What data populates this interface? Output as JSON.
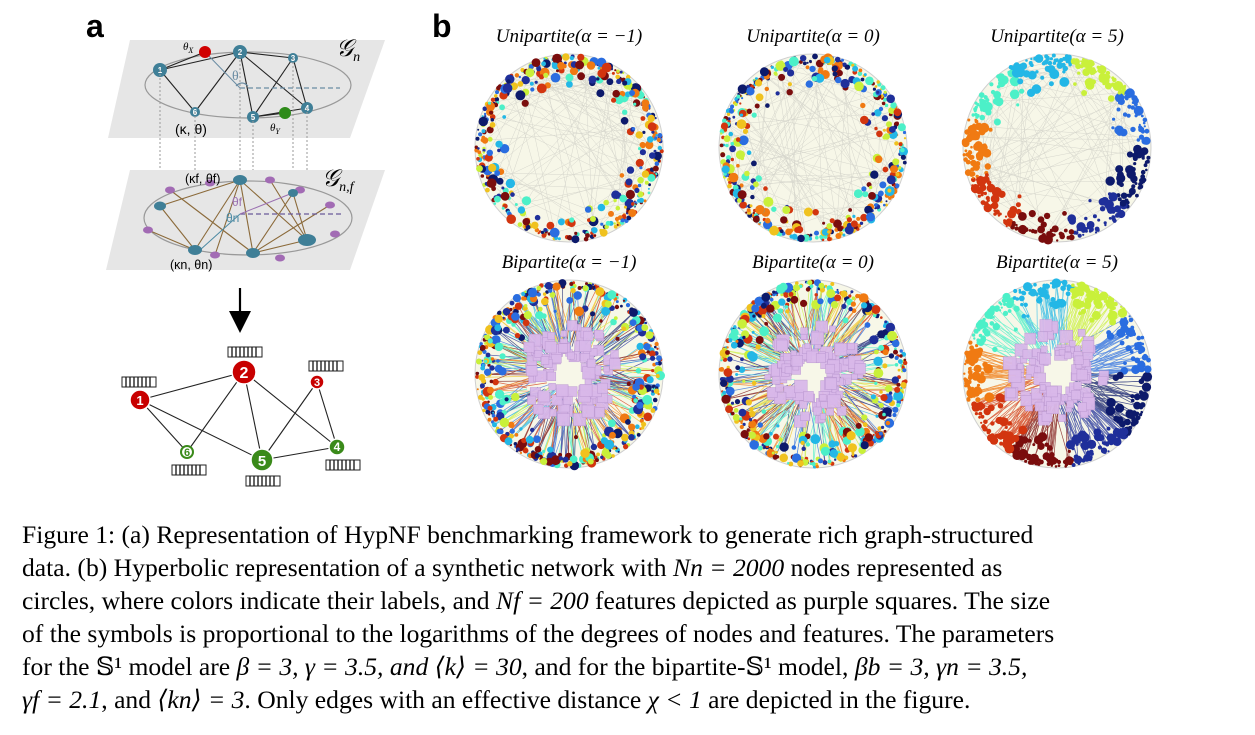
{
  "panel_a": {
    "letter": "a",
    "graph_n_label": "𝒢",
    "graph_n_sub": "n",
    "graph_nf_label": "𝒢",
    "graph_nf_sub": "n,f",
    "top_labels": {
      "theta_x": "θ",
      "theta_x_sub": "X",
      "theta_y": "θ",
      "theta_y_sub": "Y",
      "kappa_theta": "(κ, θ)",
      "theta": "θ"
    },
    "mid_labels": {
      "kf_thetaf": "(κf, θf)",
      "kn_thetan": "(κn, θn)",
      "theta_n": "θn",
      "theta_f": "θf"
    },
    "top_nodes": [
      "1",
      "2",
      "3",
      "4",
      "5",
      "6"
    ],
    "bottom_nodes": [
      {
        "id": "1",
        "color": "#d40000"
      },
      {
        "id": "2",
        "color": "#d40000"
      },
      {
        "id": "3",
        "color": "#d40000"
      },
      {
        "id": "4",
        "color": "#3a8a1a"
      },
      {
        "id": "5",
        "color": "#3a8a1a"
      },
      {
        "id": "6",
        "color": "#3a8a1a"
      }
    ]
  },
  "panel_b": {
    "letter": "b",
    "plots": [
      {
        "title": "Unipartite(α = −1)"
      },
      {
        "title": "Unipartite(α = 0)"
      },
      {
        "title": "Unipartite(α = 5)"
      },
      {
        "title": "Bipartite(α = −1)"
      },
      {
        "title": "Bipartite(α = 0)"
      },
      {
        "title": "Bipartite(α = 5)"
      }
    ]
  },
  "caption": {
    "line1": "Figure 1: (a) Representation of HypNF benchmarking framework to generate rich graph-structured",
    "line2a": "data.  (b) Hyperbolic representation of a synthetic network with ",
    "line2b": " nodes represented as",
    "line3a": "circles, where colors indicate their labels, and ",
    "line3b": " features depicted as purple squares. The size",
    "line4": "of the symbols is proportional to the logarithms of the degrees of nodes and features. The parameters",
    "line5a": "for the ",
    "line5b": " model are ",
    "line5c": ", and for the bipartite-",
    "line5d": " model, ",
    "line6a": ", and ",
    "line6b": ". Only edges with an effective distance ",
    "line6c": " are depicted in the figure.",
    "math_Nn": "Nn = 2000",
    "math_Nf": "Nf = 200",
    "math_S1": "𝕊¹",
    "math_params1": "β = 3, γ = 3.5, and ⟨k⟩ = 30",
    "math_params2": "βb = 3, γn = 3.5,",
    "math_gf": "γf = 2.1",
    "math_kn": "⟨kn⟩ = 3",
    "math_chi": "χ < 1"
  }
}
